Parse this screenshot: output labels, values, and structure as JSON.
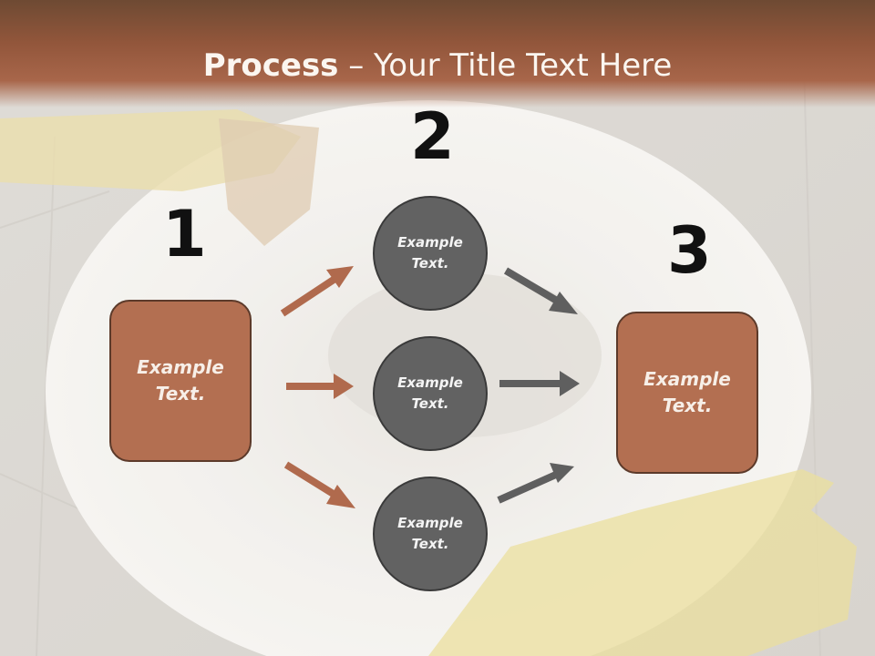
{
  "title": {
    "bold": "Process",
    "rest": " – Your Title Text Here"
  },
  "steps": {
    "one": "1",
    "two": "2",
    "three": "3"
  },
  "left_box": {
    "text": "Example Text."
  },
  "circles": [
    {
      "text": "Example Text."
    },
    {
      "text": "Example Text."
    },
    {
      "text": "Example Text."
    }
  ],
  "right_box": {
    "text": "Example Text."
  },
  "colors": {
    "header": "#a8664a",
    "box": "#b36f51",
    "circle": "#626262",
    "arrow_left": "#b06a4d",
    "arrow_right": "#5f5f5f"
  }
}
